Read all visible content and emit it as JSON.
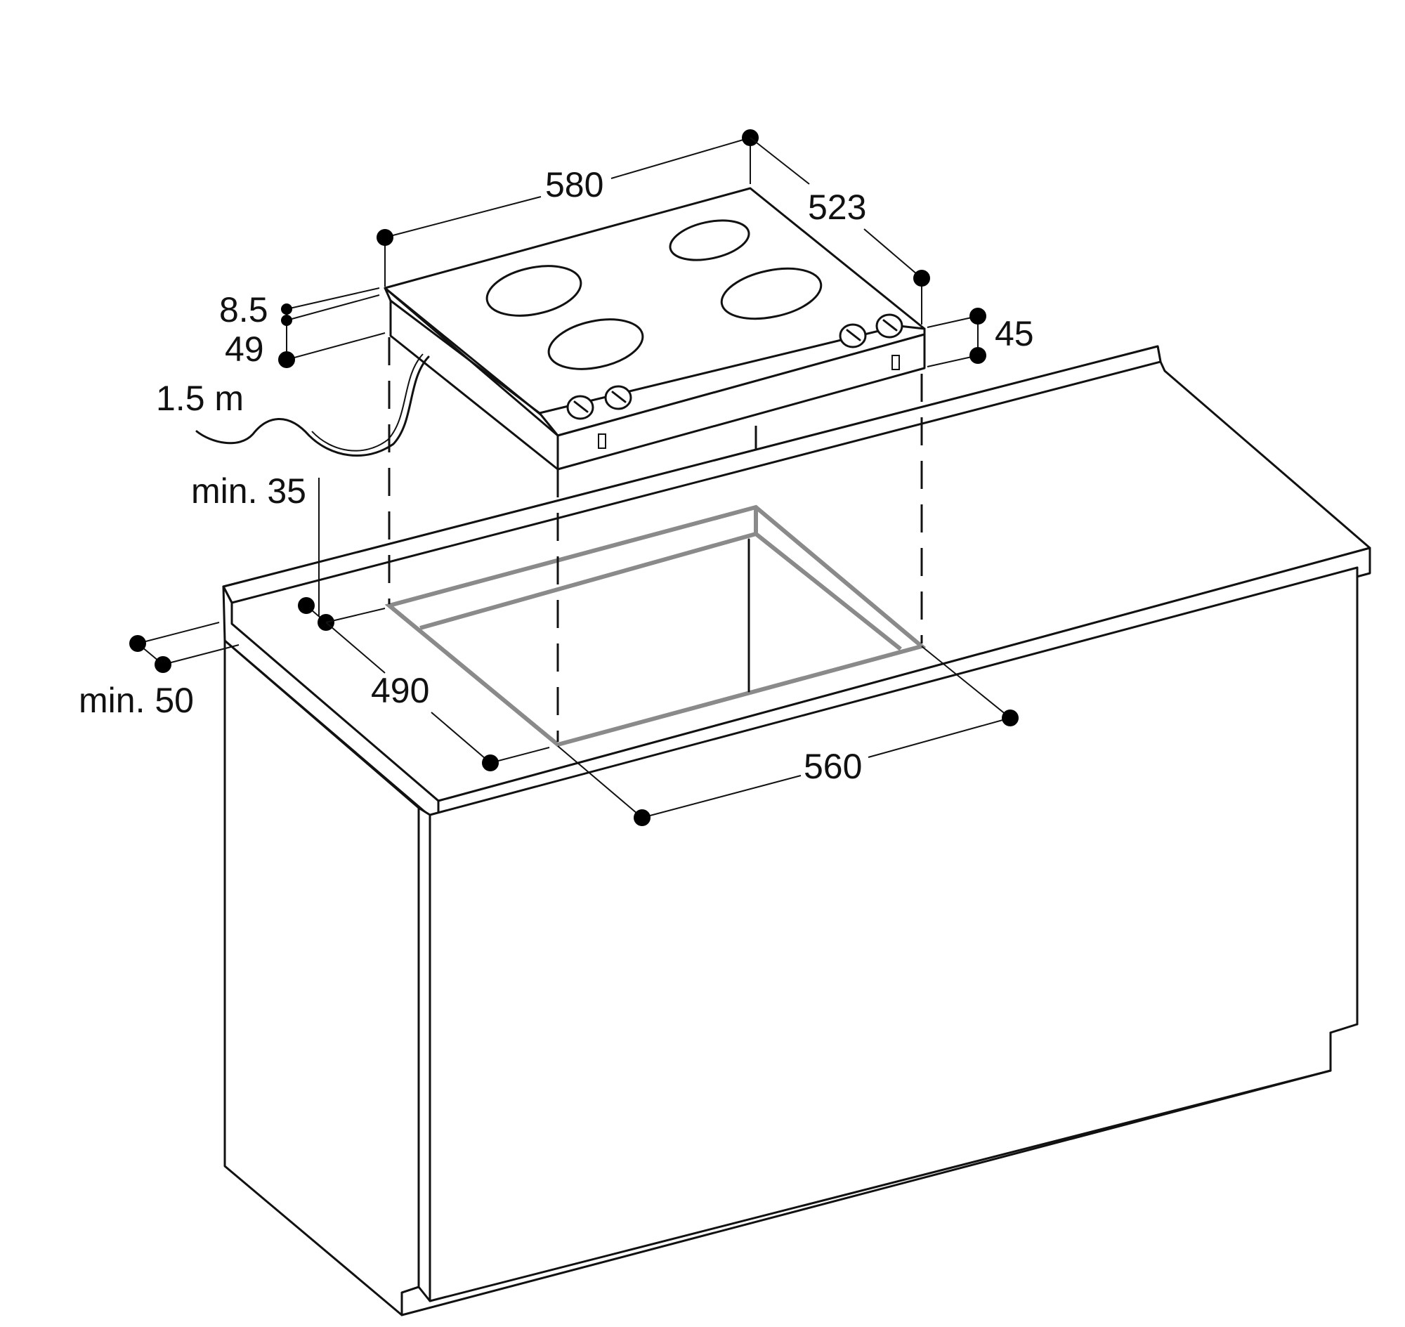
{
  "labels": {
    "cooktop_width": "580",
    "cooktop_depth": "523",
    "glass_thickness": "8.5",
    "installation_height": "49",
    "front_height": "45",
    "cable_length": "1.5 m",
    "min_rear_distance": "min. 35",
    "min_front_distance": "min. 50",
    "cutout_depth": "490",
    "cutout_width": "560"
  },
  "colors": {
    "line": "#111111",
    "cutout_outline": "#8a8a8a",
    "background": "#ffffff"
  }
}
